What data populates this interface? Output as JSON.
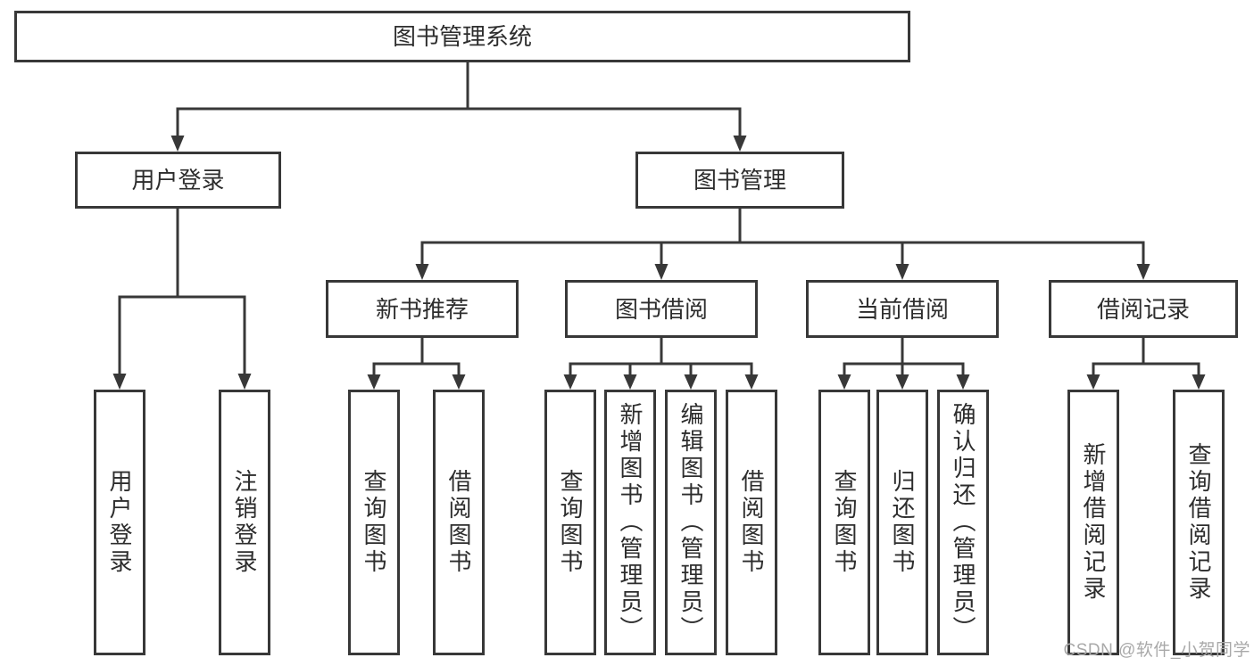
{
  "page": {
    "watermark": "CSDN @软件_小贺同学",
    "colors": {
      "line": "#383838",
      "box_border": "#383838",
      "text": "#2d2d2d",
      "watermark_text": "#a9a9a9",
      "background": "#ffffff"
    }
  },
  "tree": {
    "label": "图书管理系统",
    "children": [
      {
        "label": "用户登录",
        "children": [
          {
            "label": "用户登录"
          },
          {
            "label": "注销登录"
          }
        ]
      },
      {
        "label": "图书管理",
        "children": [
          {
            "label": "新书推荐",
            "children": [
              {
                "label": "查询图书"
              },
              {
                "label": "借阅图书"
              }
            ]
          },
          {
            "label": "图书借阅",
            "children": [
              {
                "label": "查询图书"
              },
              {
                "label": "新增图书（管理员）"
              },
              {
                "label": "编辑图书（管理员）"
              },
              {
                "label": "借阅图书"
              }
            ]
          },
          {
            "label": "当前借阅",
            "children": [
              {
                "label": "查询图书"
              },
              {
                "label": "归还图书"
              },
              {
                "label": "确认归还（管理员）"
              }
            ]
          },
          {
            "label": "借阅记录",
            "children": [
              {
                "label": "新增借阅记录"
              },
              {
                "label": "查询借阅记录"
              }
            ]
          }
        ]
      }
    ]
  }
}
